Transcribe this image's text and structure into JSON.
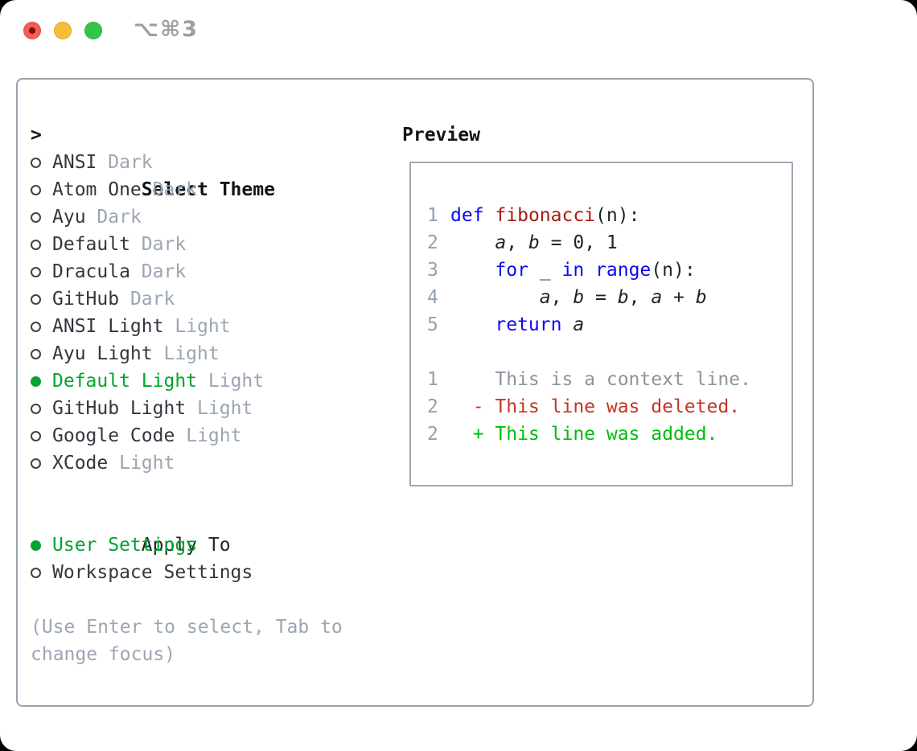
{
  "titlebar": {
    "shortcut": "⌥⌘3"
  },
  "colors": {
    "selected_green": "#00a52e",
    "keyword_blue": "#0a0af0",
    "function_red": "#a51c12",
    "diff_red": "#c53526",
    "diff_green": "#00bd0c",
    "muted_gray": "#9ba6b2",
    "traffic_red": "#f25e55",
    "traffic_yellow": "#f6bd39",
    "traffic_green": "#33c748"
  },
  "theme_panel": {
    "header_marker": ">",
    "header": "Select Theme",
    "items": [
      {
        "name": "ANSI",
        "variant": "Dark",
        "selected": false
      },
      {
        "name": "Atom One",
        "variant": "Dark",
        "selected": false
      },
      {
        "name": "Ayu",
        "variant": "Dark",
        "selected": false
      },
      {
        "name": "Default",
        "variant": "Dark",
        "selected": false
      },
      {
        "name": "Dracula",
        "variant": "Dark",
        "selected": false
      },
      {
        "name": "GitHub",
        "variant": "Dark",
        "selected": false
      },
      {
        "name": "ANSI Light",
        "variant": "Light",
        "selected": false
      },
      {
        "name": "Ayu Light",
        "variant": "Light",
        "selected": false
      },
      {
        "name": "Default Light",
        "variant": "Light",
        "selected": true
      },
      {
        "name": "GitHub Light",
        "variant": "Light",
        "selected": false
      },
      {
        "name": "Google Code",
        "variant": "Light",
        "selected": false
      },
      {
        "name": "XCode",
        "variant": "Light",
        "selected": false
      }
    ],
    "apply_to": {
      "header": "Apply To",
      "options": [
        {
          "label": "User Settings",
          "selected": true
        },
        {
          "label": "Workspace Settings",
          "selected": false
        }
      ]
    },
    "hint": "(Use Enter to select, Tab to change focus)"
  },
  "preview": {
    "title": "Preview",
    "lines": [
      {
        "num": "1",
        "segments": [
          {
            "t": "def",
            "c": "kw"
          },
          {
            "t": " ",
            "c": ""
          },
          {
            "t": "fibonacci",
            "c": "fn"
          },
          {
            "t": "(n):",
            "c": ""
          }
        ]
      },
      {
        "num": "2",
        "segments": [
          {
            "t": "    ",
            "c": ""
          },
          {
            "t": "a",
            "c": "var"
          },
          {
            "t": ", ",
            "c": ""
          },
          {
            "t": "b",
            "c": "var"
          },
          {
            "t": " = 0, 1",
            "c": ""
          }
        ]
      },
      {
        "num": "3",
        "segments": [
          {
            "t": "    ",
            "c": ""
          },
          {
            "t": "for",
            "c": "kw"
          },
          {
            "t": " _ ",
            "c": ""
          },
          {
            "t": "in",
            "c": "kw"
          },
          {
            "t": " ",
            "c": ""
          },
          {
            "t": "range",
            "c": "kw"
          },
          {
            "t": "(n):",
            "c": ""
          }
        ]
      },
      {
        "num": "4",
        "segments": [
          {
            "t": "        ",
            "c": ""
          },
          {
            "t": "a",
            "c": "var"
          },
          {
            "t": ", ",
            "c": ""
          },
          {
            "t": "b",
            "c": "var"
          },
          {
            "t": " = ",
            "c": ""
          },
          {
            "t": "b",
            "c": "var"
          },
          {
            "t": ", ",
            "c": ""
          },
          {
            "t": "a",
            "c": "var"
          },
          {
            "t": " + ",
            "c": ""
          },
          {
            "t": "b",
            "c": "var"
          }
        ]
      },
      {
        "num": "5",
        "segments": [
          {
            "t": "    ",
            "c": ""
          },
          {
            "t": "return",
            "c": "kw"
          },
          {
            "t": " ",
            "c": ""
          },
          {
            "t": "a",
            "c": "var"
          }
        ]
      },
      {
        "num": "",
        "segments": []
      },
      {
        "num": "1",
        "segments": [
          {
            "t": "    This is a context line.",
            "c": "ctx"
          }
        ]
      },
      {
        "num": "2",
        "segments": [
          {
            "t": "  - This line was deleted.",
            "c": "del"
          }
        ]
      },
      {
        "num": "2",
        "segments": [
          {
            "t": "  + This line was added.",
            "c": "add"
          }
        ]
      }
    ]
  }
}
